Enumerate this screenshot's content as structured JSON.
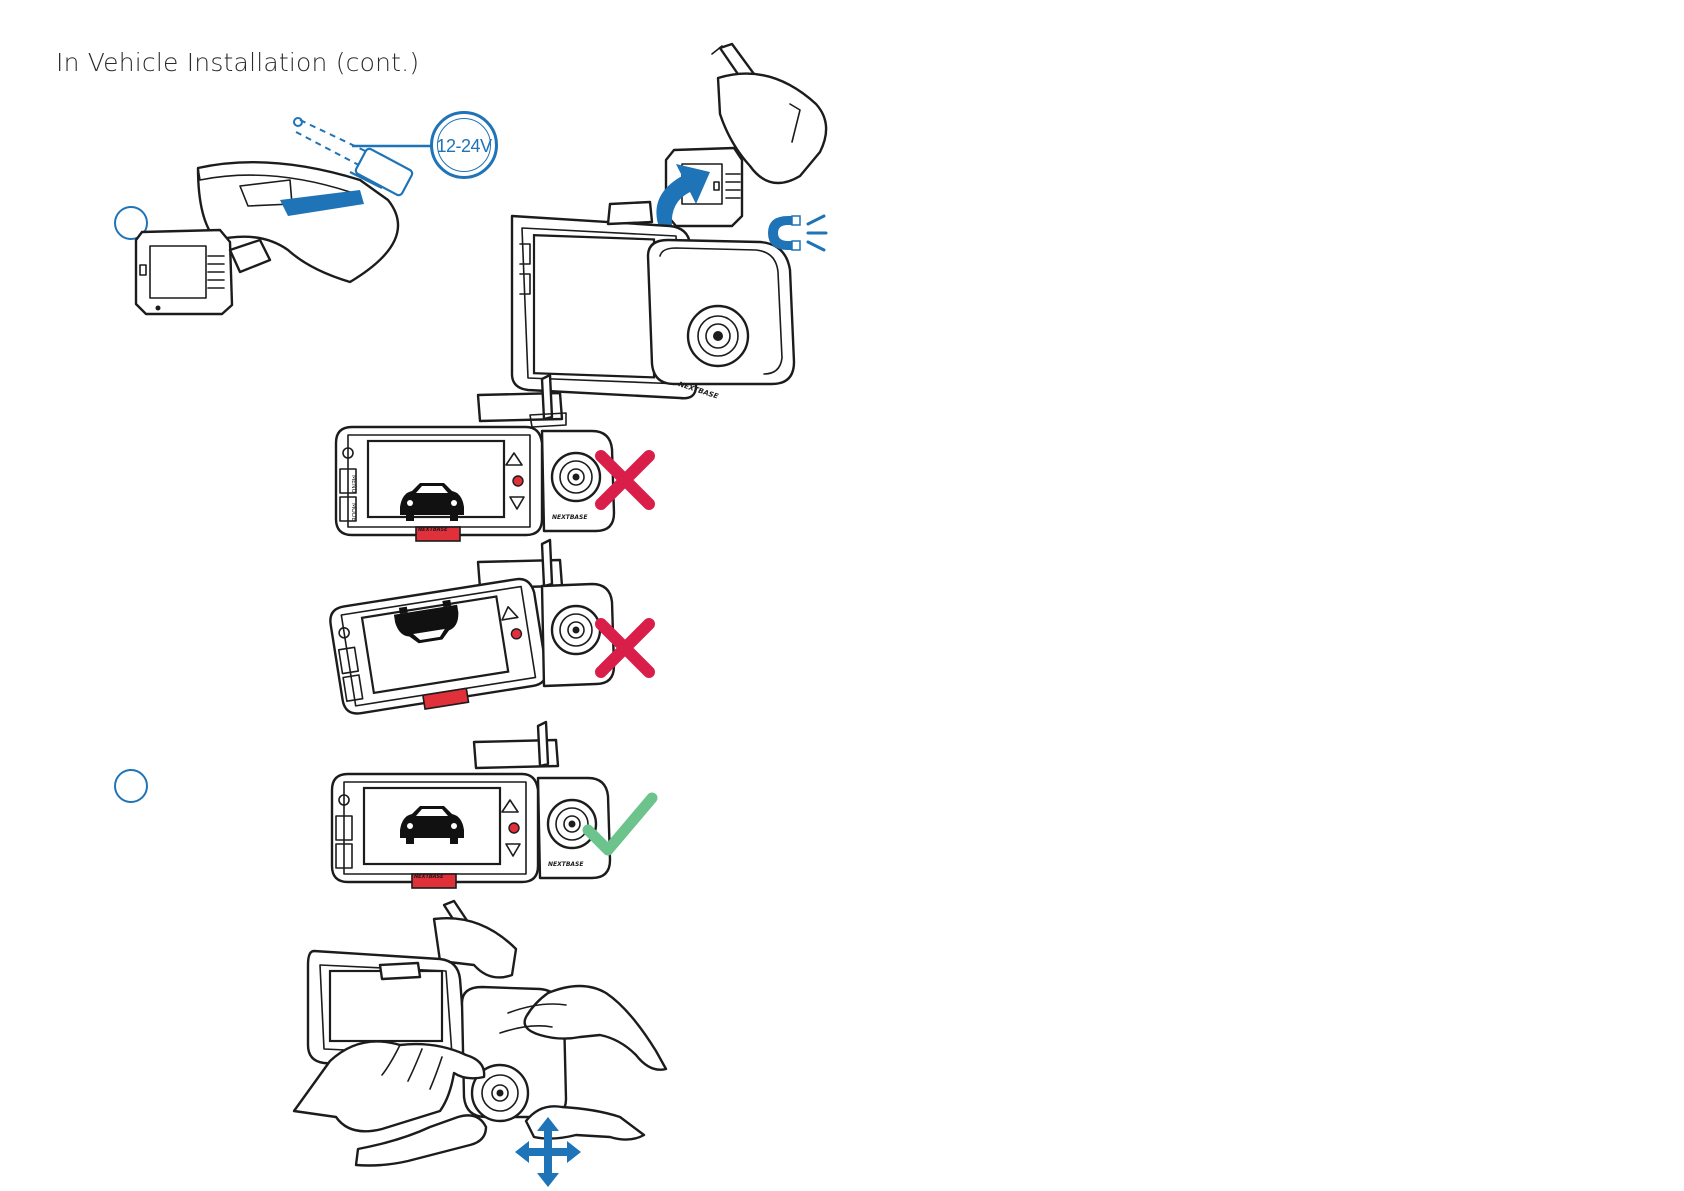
{
  "page": {
    "title": "In Vehicle Installation (cont.)"
  },
  "figure_1": {
    "voltage_label": "12-24V"
  },
  "colors": {
    "accent_blue": "#1f73b7",
    "wrong_red": "#d81e49",
    "correct_green": "#6cc38b",
    "record_red": "#e0303a",
    "line": "#1c1c1c"
  },
  "icons": {
    "magnet": "magnet-icon",
    "wrong": "cross-icon",
    "correct": "check-icon",
    "move": "four-way-arrow-icon"
  },
  "camera": {
    "brand": "NEXTBASE",
    "button_menu": "MENU",
    "button_mode": "MODE"
  }
}
